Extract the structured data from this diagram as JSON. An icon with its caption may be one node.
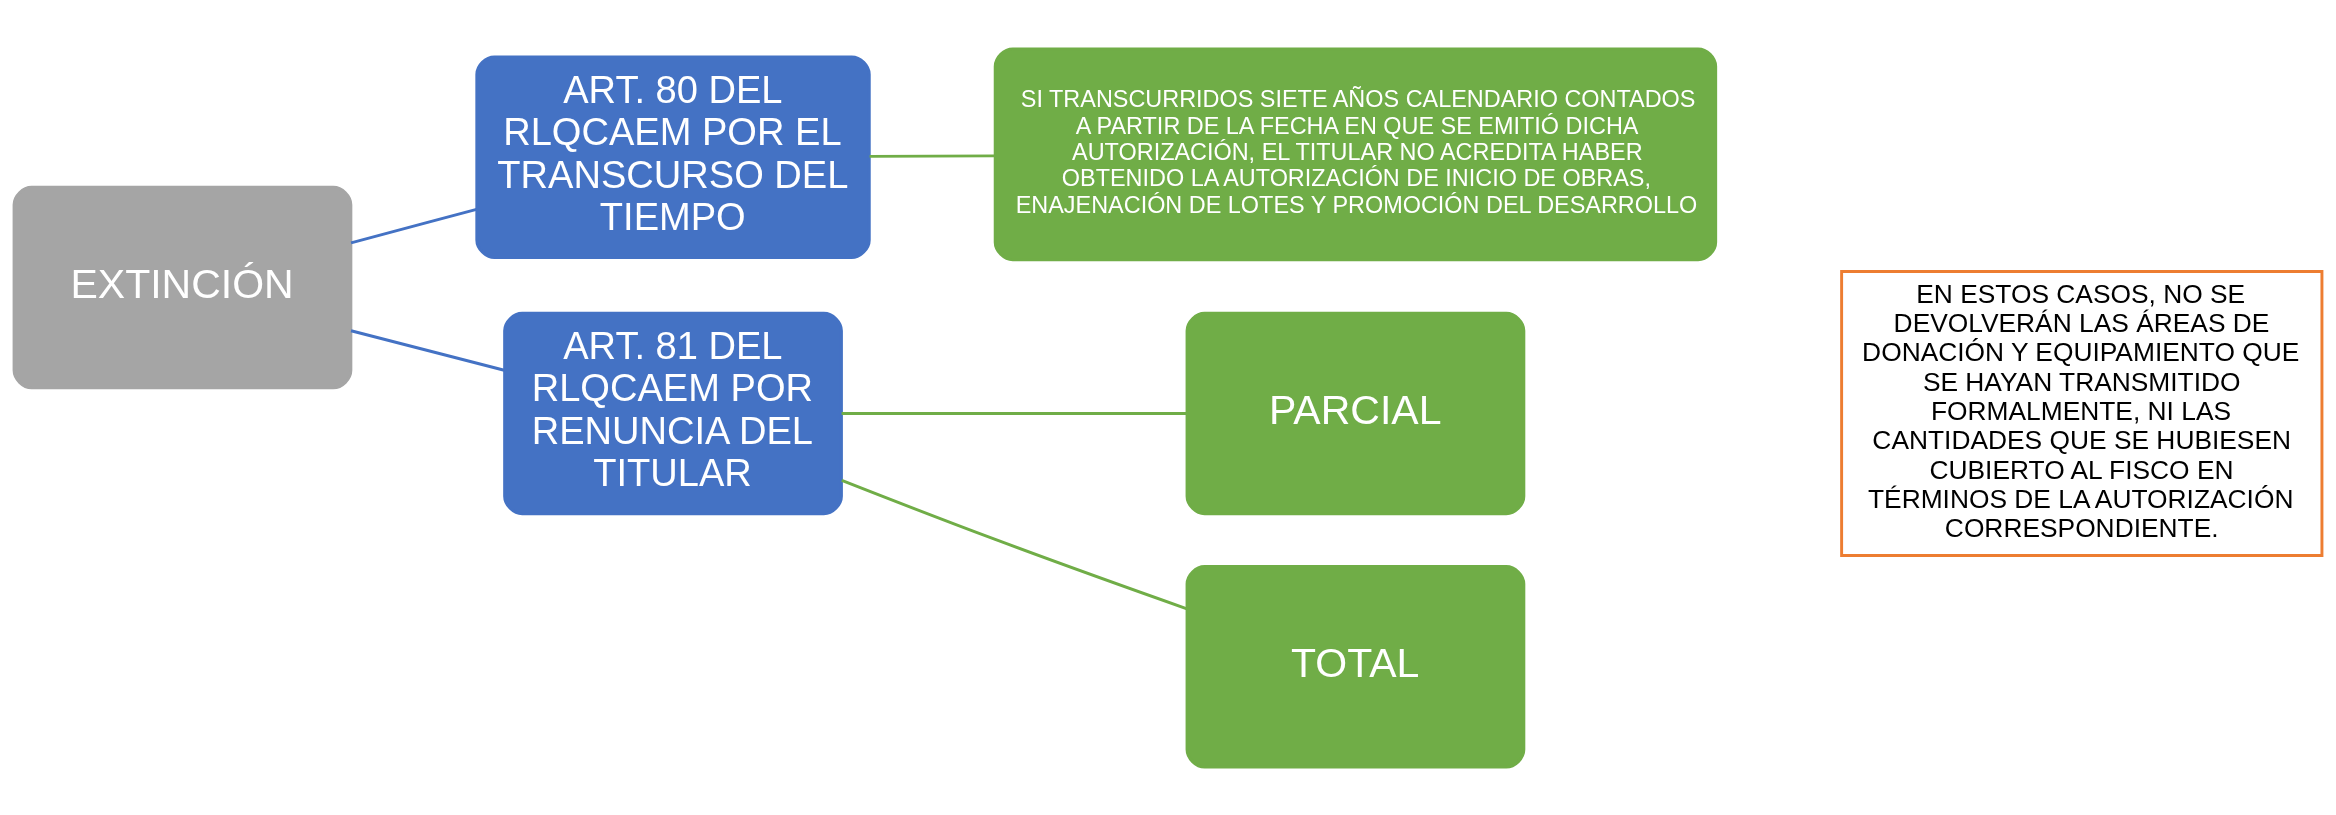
{
  "diagram": {
    "nodes": [
      {
        "text": [
          "EXTINCIÓN"
        ]
      },
      {
        "text": [
          "ART. 80 DEL RLQCAEM POR EL TRANSCURSO DEL TIEMPO"
        ]
      },
      {
        "text": [
          "SI TRANSCURRIDOS SIETE AÑOS CALENDARIO CONTADOS A PARTIR DE LA FECHA EN QUE SE EMITIÓ DICHA AUTORIZACIÓN, EL TITULAR NO ACREDITA HABER OBTENIDO LA AUTORIZACIÓN DE INICIO DE OBRAS, ENAJENACIÓN DE LOTES Y PROMOCIÓN DEL DESARROLLO"
        ]
      },
      {
        "text": [
          "ART. 81 DEL RLQCAEM POR RENUNCIA DEL TITULAR"
        ]
      },
      {
        "text": [
          "PARCIAL"
        ]
      },
      {
        "text": [
          "TOTAL"
        ]
      },
      {
        "text": [
          "EN ESTOS CASOS, NO SE DEVOLVERÁN LAS ÁREAS DE DONACIÓN Y EQUIPAMIENTO QUE SE HAYAN TRANSMITIDO FORMALMENTE, NI LAS CANTIDADES QUE SE HUBIESEN CUBIERTO AL FISCO EN TÉRMINOS DE LA AUTORIZACIÓN CORRESPONDIENTE."
        ]
      }
    ],
    "edges": [
      {
        "from": 0,
        "to": 1,
        "arrow": "none",
        "color": "#4472c4"
      },
      {
        "from": 0,
        "to": 3,
        "arrow": "none",
        "color": "#4472c4"
      },
      {
        "from": 1,
        "to": 2,
        "arrow": "none"
      },
      {
        "from": 3,
        "to": 4,
        "arrow": "none"
      },
      {
        "from": 3,
        "to": 5,
        "arrow": "none"
      }
    ]
  }
}
